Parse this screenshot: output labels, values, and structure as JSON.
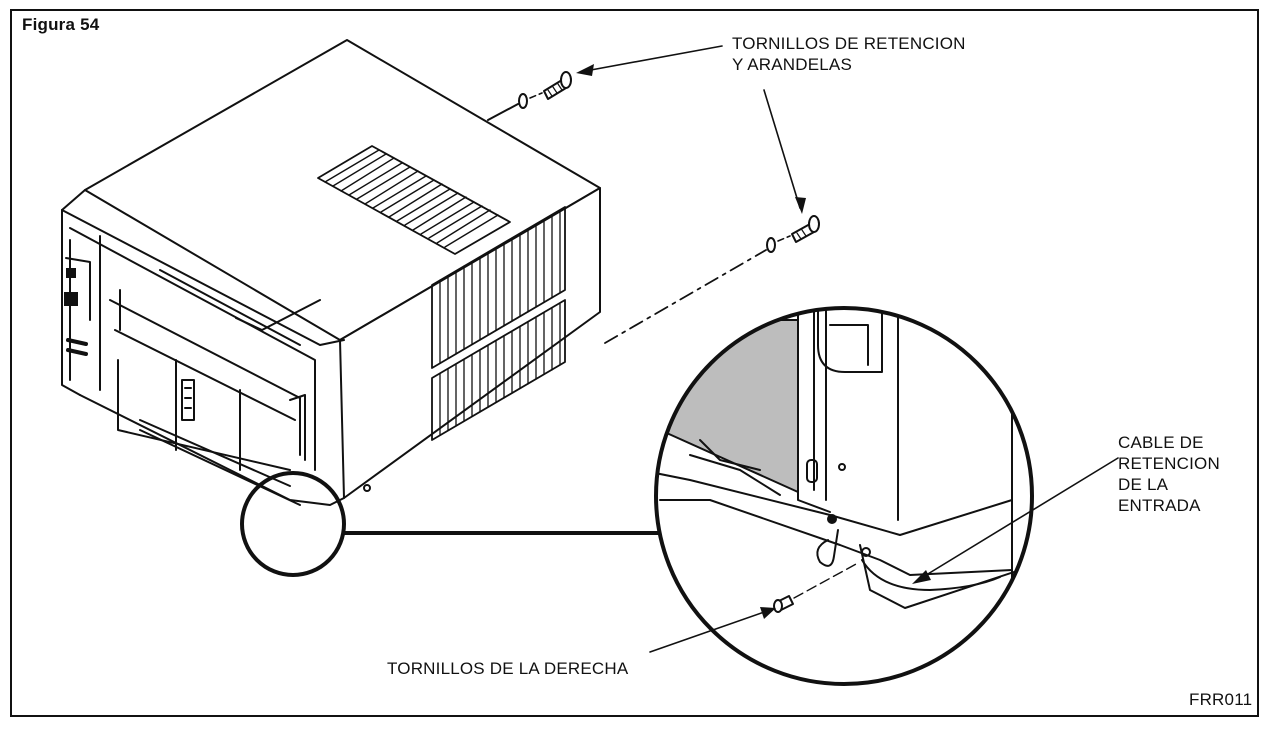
{
  "figure": {
    "title": "Figura 54",
    "code": "FRR011"
  },
  "callouts": {
    "retention_screws": {
      "line1": "TORNILLOS DE RETENCION",
      "line2": "Y ARANDELAS"
    },
    "inlet_cable": {
      "line1": "CABLE DE",
      "line2": "RETENCION",
      "line3": "DE LA",
      "line4": "ENTRADA"
    },
    "right_screws": "TORNILLOS DE LA DERECHA"
  },
  "colors": {
    "line": "#111111",
    "shade": "#bdbdbd",
    "background": "#ffffff"
  }
}
